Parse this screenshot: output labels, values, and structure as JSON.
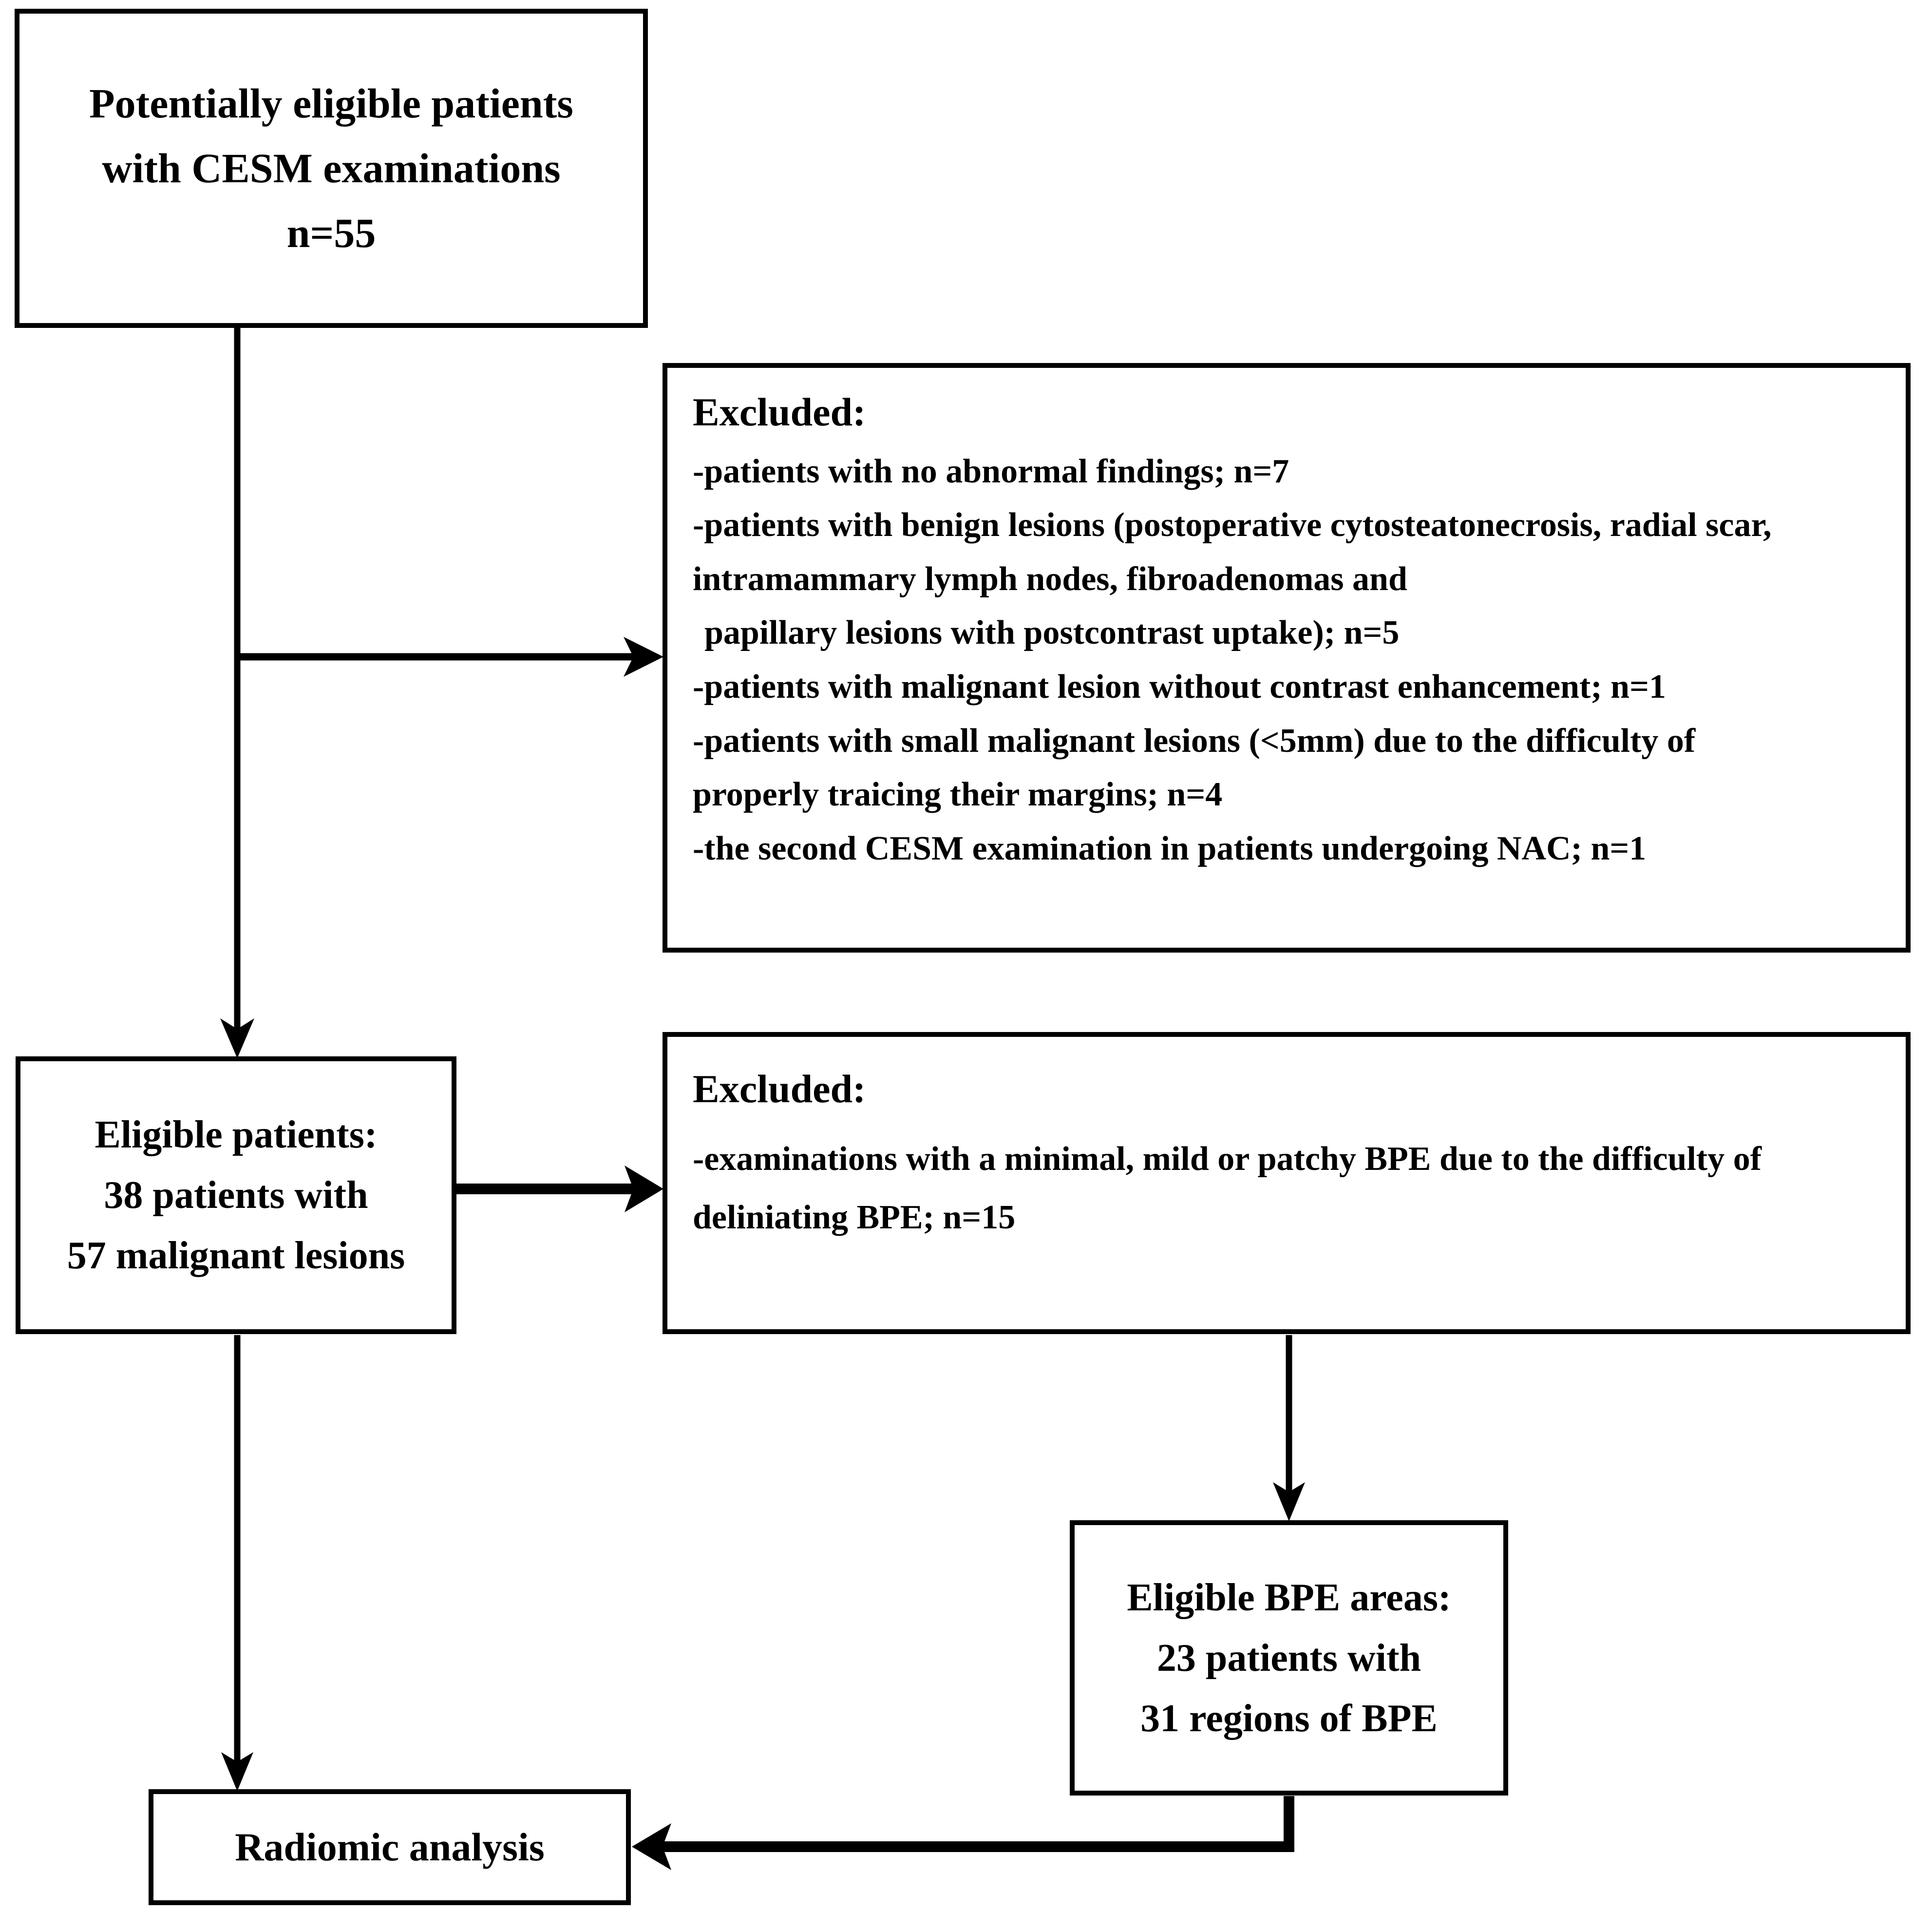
{
  "figure": {
    "type": "flowchart",
    "title": "Patient selection flowchart for CESM radiomic analysis"
  },
  "nodes": {
    "potentially_eligible": {
      "lines": [
        "Potentially eligible patients",
        "with CESM examinations",
        "n=55"
      ]
    },
    "excluded_1": {
      "heading": "Excluded:",
      "lines": [
        "-patients with no abnormal findings; n=7",
        "-patients with benign lesions (postoperative cytosteatonecrosis, radial scar,",
        "intramammary lymph nodes, fibroadenomas and",
        " papillary lesions with postcontrast uptake); n=5",
        "-patients with malignant lesion without contrast enhancement; n=1",
        "-patients with small malignant lesions (<5mm) due to the difficulty of",
        "properly traicing their margins; n=4",
        "-the second CESM examination in patients undergoing NAC; n=1"
      ]
    },
    "eligible_patients": {
      "lines": [
        "Eligible patients:",
        "38 patients with",
        "57 malignant lesions"
      ]
    },
    "excluded_2": {
      "heading": "Excluded:",
      "lines": [
        "-examinations with a minimal, mild or patchy BPE due to the difficulty of",
        "deliniating BPE; n=15"
      ]
    },
    "eligible_bpe": {
      "lines": [
        "Eligible BPE areas:",
        "23 patients with",
        "31 regions of BPE"
      ]
    },
    "radiomic": {
      "lines": [
        "Radiomic analysis"
      ]
    }
  },
  "colors": {
    "stroke": "#000000",
    "background": "#ffffff",
    "text": "#000000"
  }
}
